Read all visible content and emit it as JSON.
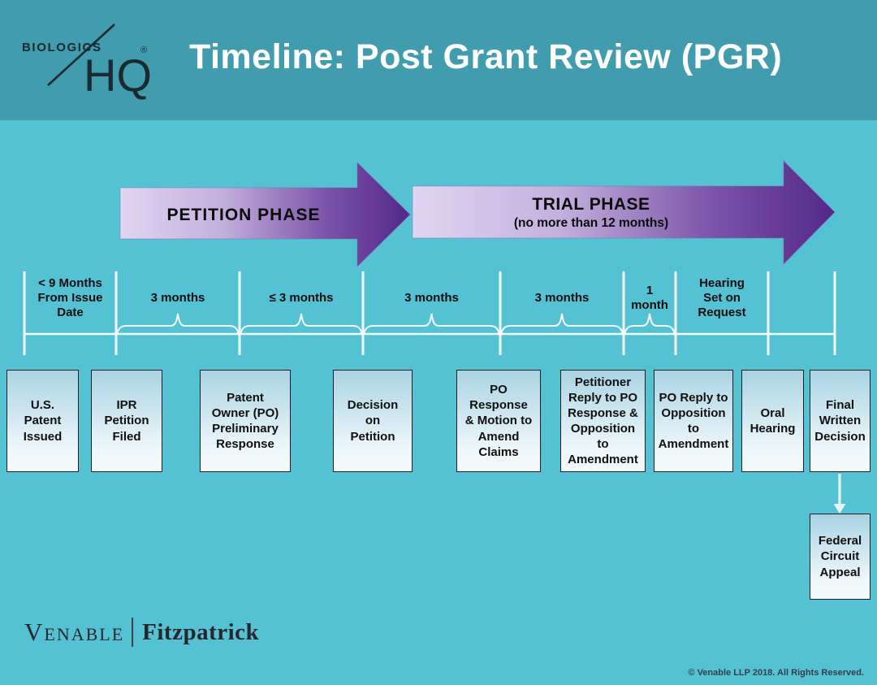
{
  "header": {
    "title": "Timeline: Post Grant Review (PGR)",
    "logo": {
      "top": "BIOLOGICS",
      "main": "HQ",
      "registered": "®"
    }
  },
  "phases": {
    "petition": {
      "label": "PETITION PHASE"
    },
    "trial": {
      "label": "TRIAL PHASE",
      "sublabel": "(no more than 12 months)"
    }
  },
  "timeline": {
    "segments": [
      {
        "label": "< 9 Months\nFrom Issue\nDate",
        "brace": false
      },
      {
        "label": "3 months",
        "brace": true
      },
      {
        "label": "≤ 3 months",
        "brace": true
      },
      {
        "label": "3 months",
        "brace": true
      },
      {
        "label": "3 months",
        "brace": true
      },
      {
        "label": "1\nmonth",
        "brace": true
      },
      {
        "label": "Hearing\nSet on\nRequest",
        "brace": false
      },
      {
        "label": "",
        "brace": false
      }
    ]
  },
  "stages": [
    {
      "label": "U.S.\nPatent\nIssued"
    },
    {
      "label": "IPR\nPetition\nFiled"
    },
    {
      "label": "Patent\nOwner (PO)\nPreliminary\nResponse"
    },
    {
      "label": "Decision\non\nPetition"
    },
    {
      "label": "PO\nResponse\n& Motion to\nAmend\nClaims"
    },
    {
      "label": "Petitioner\nReply to PO\nResponse &\nOpposition\nto\nAmendment"
    },
    {
      "label": "PO Reply to\nOpposition\nto\nAmendment"
    },
    {
      "label": "Oral\nHearing"
    },
    {
      "label": "Final\nWritten\nDecision"
    }
  ],
  "appeal": {
    "label": "Federal\nCircuit\nAppeal"
  },
  "footer": {
    "brand_primary": "Venable",
    "brand_secondary": "Fitzpatrick",
    "copyright": "© Venable LLP 2018. All Rights Reserved."
  },
  "colors": {
    "header_bg": "#419dad",
    "body_bg": "#55c2d4",
    "arrow_light": "#e0d5f1",
    "arrow_mid": "#c3b0dc",
    "arrow_deep": "#7b51a8",
    "arrow_dark": "#542889",
    "box_top": "#a9d3e3",
    "box_bottom": "#eef7fa"
  }
}
